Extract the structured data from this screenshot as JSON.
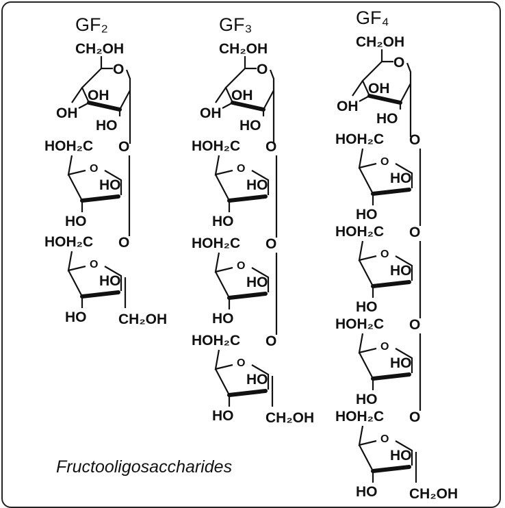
{
  "title": "Fructooligosaccharides",
  "columns": [
    {
      "label": "GF₂",
      "fructose_units": 2
    },
    {
      "label": "GF₃",
      "fructose_units": 3
    },
    {
      "label": "GF₄",
      "fructose_units": 4
    }
  ],
  "glucose_labels": {
    "ch2oh": "CH₂OH",
    "ring_o": "O",
    "oh_inner": "OH",
    "oh_left": "OH",
    "ho_bottom": "HO"
  },
  "fructose_labels": {
    "hoh2c": "HOH₂C",
    "link_o": "O",
    "ring_o": "O",
    "ho_inner": "HO",
    "ho_bottom": "HO",
    "terminal_ch2oh": "CH₂OH"
  }
}
